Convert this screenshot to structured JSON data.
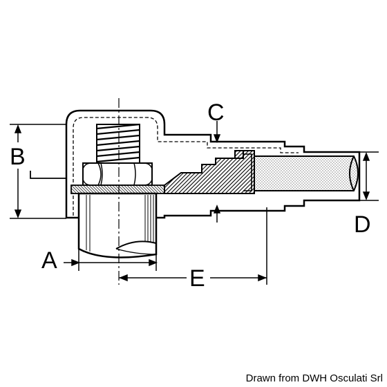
{
  "colors": {
    "line": "#000000",
    "background": "#ffffff",
    "hatch": "#000000"
  },
  "labels": {
    "A": "A",
    "B": "B",
    "C": "C",
    "D": "D",
    "E": "E"
  },
  "credit": "Drawn from DWH Osculati Srl"
}
